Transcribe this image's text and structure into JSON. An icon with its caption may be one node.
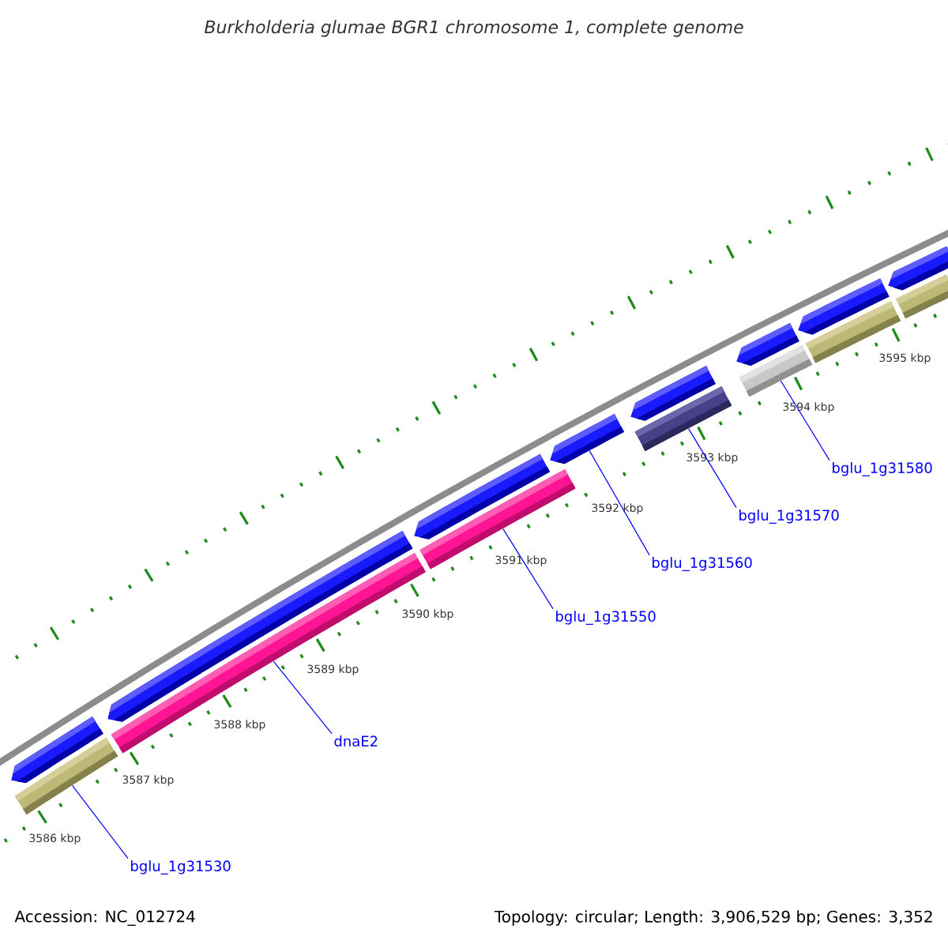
{
  "diagram": {
    "title": "Burkholderia glumae BGR1 chromosome 1, complete genome",
    "nodes": [
      {
        "text": [
          "bglu_1g31530"
        ]
      },
      {
        "text": [
          "dnaE2"
        ]
      },
      {
        "text": [
          "bglu_1g31550"
        ]
      },
      {
        "text": [
          "bglu_1g31560"
        ]
      },
      {
        "text": [
          "bglu_1g31570"
        ]
      },
      {
        "text": [
          "bglu_1g31580"
        ]
      },
      {
        "text": [],
        "shape": "bar"
      },
      {
        "text": [],
        "shape": "bar"
      },
      {
        "text": [],
        "shape": "bar"
      },
      {
        "text": [],
        "shape": "bar"
      },
      {
        "text": [],
        "shape": "bar"
      },
      {
        "text": [],
        "shape": "bar"
      },
      {
        "text": [],
        "shape": "bar"
      },
      {
        "text": [],
        "shape": "bar"
      },
      {
        "text": [],
        "shape": "bar"
      },
      {
        "text": [],
        "shape": "bar"
      },
      {
        "text": [],
        "shape": "bar"
      },
      {
        "text": [],
        "shape": "bar"
      },
      {
        "text": [],
        "shape": "bar"
      },
      {
        "text": [],
        "shape": "bar"
      },
      {
        "text": [],
        "shape": "bar"
      }
    ],
    "edges": [
      {
        "from": 0,
        "to": 7,
        "arrow": "none"
      },
      {
        "from": 1,
        "to": 9,
        "arrow": "none"
      },
      {
        "from": 2,
        "to": 11,
        "arrow": "none"
      },
      {
        "from": 3,
        "to": 12,
        "arrow": "none"
      },
      {
        "from": 4,
        "to": 14,
        "arrow": "none"
      },
      {
        "from": 5,
        "to": 16,
        "arrow": "none"
      }
    ],
    "labels": [
      "3595 kbp",
      "3594 kbp",
      "3593 kbp",
      "3592 kbp",
      "3591 kbp",
      "3590 kbp",
      "3589 kbp",
      "3588 kbp",
      "3587 kbp",
      "3586 kbp",
      "Accession: NC_012724",
      "Topology: circular; Length: 3,906,529 bp; Genes: 3,352"
    ]
  }
}
